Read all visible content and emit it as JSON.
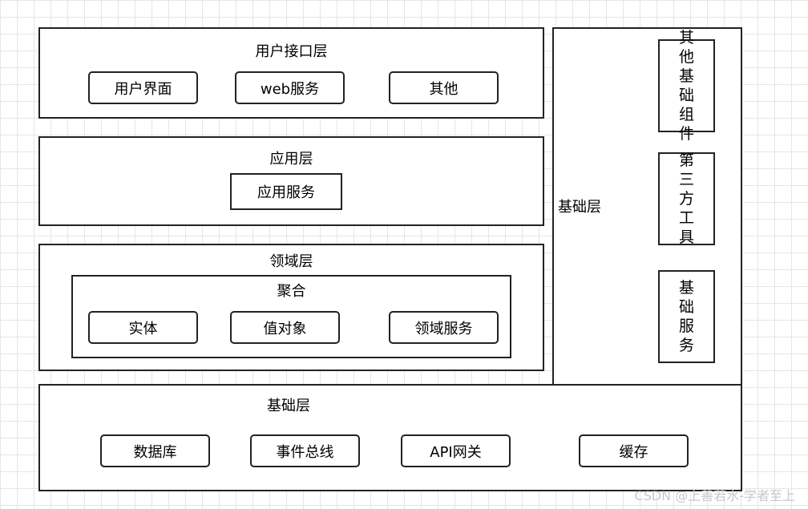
{
  "user_interface_layer": {
    "title": "用户接口层",
    "items": [
      "用户界面",
      "web服务",
      "其他"
    ]
  },
  "application_layer": {
    "title": "应用层",
    "items": [
      "应用服务"
    ]
  },
  "domain_layer": {
    "title": "领域层",
    "aggregate": {
      "title": "聚合",
      "items": [
        "实体",
        "值对象",
        "领域服务"
      ]
    }
  },
  "infrastructure_right": {
    "title": "基础层",
    "items": [
      "其他基础组件",
      "第三方工具",
      "基础服务"
    ]
  },
  "infrastructure_bottom": {
    "title": "基础层",
    "items": [
      "数据库",
      "事件总线",
      "API网关",
      "缓存"
    ]
  },
  "watermark": "CSDN @上善若水-学者至上"
}
